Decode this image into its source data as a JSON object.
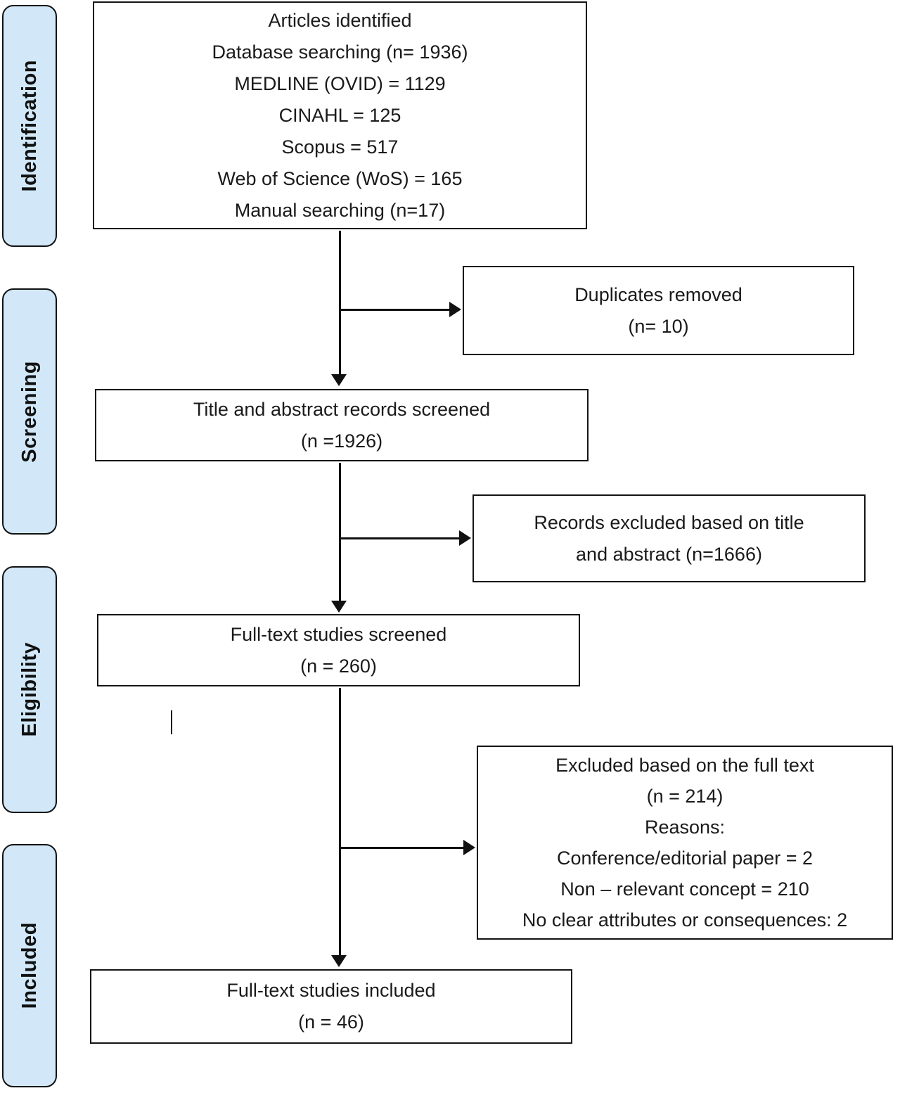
{
  "figure": {
    "type": "prisma-flow-diagram",
    "background": "#ffffff",
    "line_color": "#111111",
    "text_color": "#1a1a1a"
  },
  "sidebar": {
    "fill": "#d2e8f8",
    "border": "#111111",
    "stages": [
      {
        "label": "Identification"
      },
      {
        "label": "Screening"
      },
      {
        "label": "Eligibility"
      },
      {
        "label": "Included"
      }
    ]
  },
  "boxes": {
    "identified": {
      "lines": [
        "Articles identified",
        "Database searching (n= 1936)",
        "MEDLINE (OVID) = 1129",
        "CINAHL = 125",
        "Scopus = 517",
        "Web of Science (WoS) = 165",
        "Manual searching (n=17)"
      ]
    },
    "duplicates": {
      "lines": [
        "Duplicates removed",
        "(n= 10)"
      ]
    },
    "title_abstract": {
      "lines": [
        "Title and abstract records screened",
        "(n =1926)"
      ]
    },
    "records_excluded": {
      "lines": [
        "Records excluded based on title",
        "and abstract (n=1666)"
      ]
    },
    "fulltext_screened": {
      "lines": [
        "Full-text studies screened",
        "(n = 260)"
      ]
    },
    "fulltext_excluded": {
      "lines": [
        "Excluded based on the full text",
        "(n = 214)",
        "Reasons:",
        "Conference/editorial paper = 2",
        "Non – relevant concept = 210",
        "No clear attributes or consequences: 2"
      ]
    },
    "fulltext_included": {
      "lines": [
        "Full-text studies included",
        "(n = 46)"
      ]
    }
  }
}
